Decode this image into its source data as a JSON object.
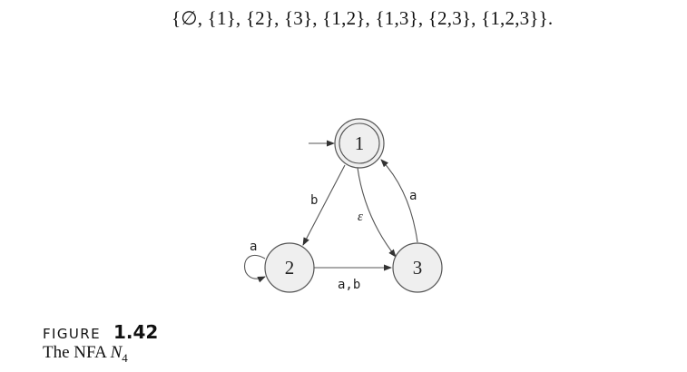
{
  "set_text": "{∅, {1}, {2}, {3}, {1,2}, {1,3}, {2,3}, {1,2,3}}.",
  "diagram": {
    "states": [
      {
        "id": "1",
        "label": "1",
        "start": true,
        "accept": true
      },
      {
        "id": "2",
        "label": "2",
        "start": false,
        "accept": false
      },
      {
        "id": "3",
        "label": "3",
        "start": false,
        "accept": false
      }
    ],
    "edges": [
      {
        "from": "1",
        "to": "2",
        "label": "b"
      },
      {
        "from": "1",
        "to": "3",
        "label": "ε"
      },
      {
        "from": "3",
        "to": "1",
        "label": "a"
      },
      {
        "from": "2",
        "to": "2",
        "label": "a"
      },
      {
        "from": "2",
        "to": "3",
        "label": "a,b"
      }
    ]
  },
  "figure": {
    "word": "FIGURE",
    "number": "1.42",
    "caption_text": "The NFA ",
    "caption_symbol": "N",
    "caption_subscript": "4"
  }
}
